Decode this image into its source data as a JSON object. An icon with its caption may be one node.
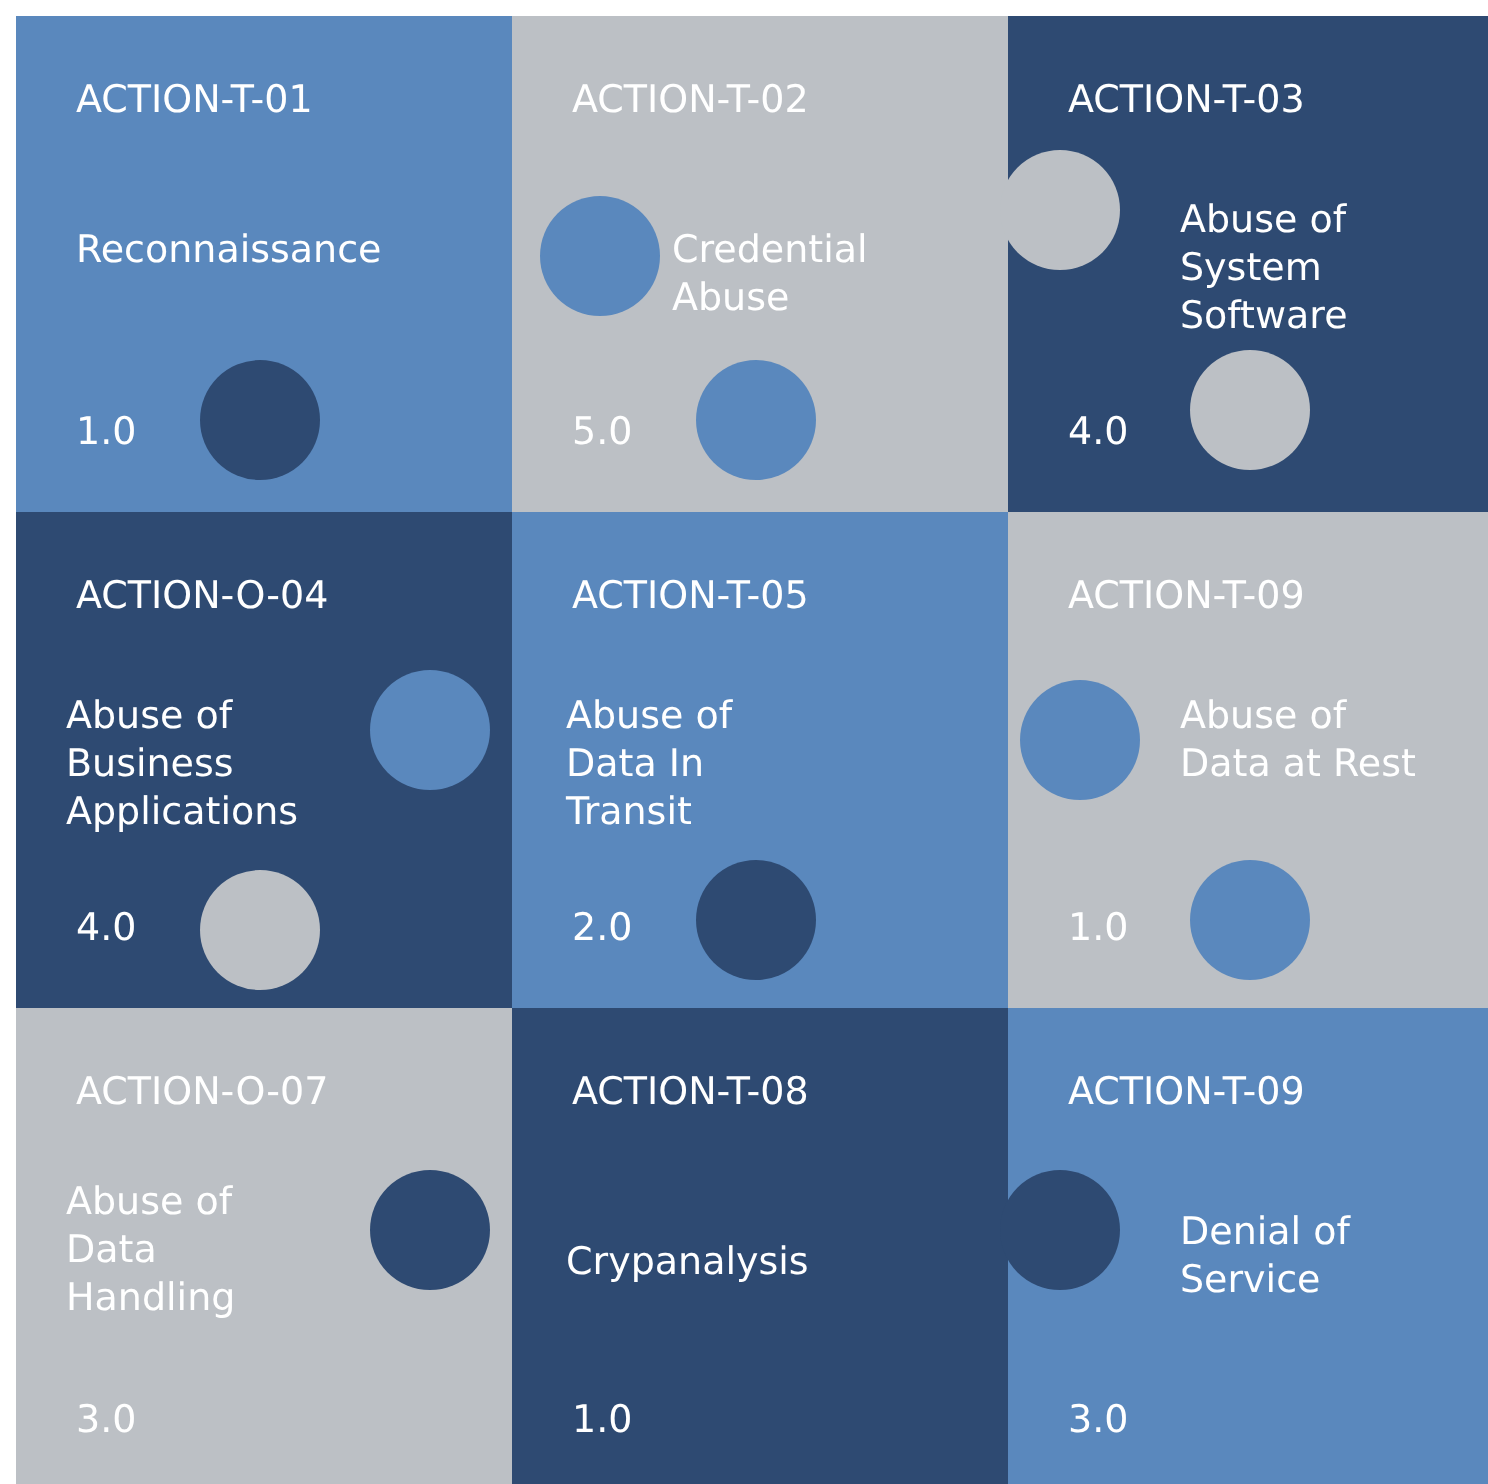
{
  "diagram": {
    "nodes": [
      {
        "text": [
          "ACTION-T-01",
          "Reconnaissance",
          "1.0"
        ]
      },
      {
        "text": [
          "ACTION-T-02",
          "Credential Abuse",
          "5.0"
        ]
      },
      {
        "text": [
          "ACTION-T-03",
          "Abuse of System Software",
          "4.0"
        ]
      },
      {
        "text": [
          "ACTION-O-04",
          "Abuse of Business Applications",
          "4.0"
        ]
      },
      {
        "text": [
          "ACTION-T-05",
          "Abuse of Data In Transit",
          "2.0"
        ]
      },
      {
        "text": [
          "ACTION-T-09",
          "Abuse of Data at Rest",
          "1.0"
        ]
      },
      {
        "text": [
          "ACTION-O-07",
          "Abuse of Data Handling",
          "3.0"
        ]
      },
      {
        "text": [
          "ACTION-T-08",
          "Crypanalysis",
          "1.0"
        ]
      },
      {
        "text": [
          "ACTION-T-09",
          "Denial of Service",
          "3.0"
        ]
      }
    ]
  }
}
